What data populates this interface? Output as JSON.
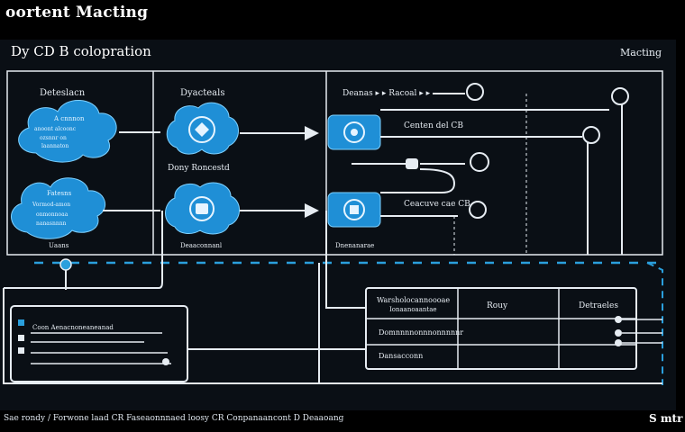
{
  "header": {
    "title": "oortent Macting",
    "subtitle": "Dy CD B colopration",
    "corner_label": "Macting"
  },
  "source_column": {
    "heading": "Deteslacn",
    "cloud_top_lines": [
      "A cnnnon",
      "anoont alcoonc",
      "ozsnnr on",
      "laannaton"
    ],
    "cloud_bottom_lines": [
      "Fatesns",
      "Vormod-amon",
      "onmonnoaa",
      "nanasnnnn"
    ],
    "bottom_label": "Uaans"
  },
  "process_column": {
    "heading": "Dyacteals",
    "middle_label": "Dony Roncestd",
    "bottom_label": "Deaaconnanl"
  },
  "target_column": {
    "top_row_label": "Deanas ▸ ▸ Racoal ▸ ▸",
    "center_label_1": "Centen del CB",
    "center_label_2": "Ceacuve cae CB",
    "bottom_label": "Dnenanarae"
  },
  "left_form": {
    "title": "Coon Aenacnoneaneanad"
  },
  "table": {
    "headers": [
      "Warsholocannoooae",
      "Rouy",
      "Detraeles"
    ],
    "header_sub": "Ionaanoaantae",
    "rows": [
      "Domnnnnonnnonnnnnr",
      "Dansacconn"
    ]
  },
  "footer": {
    "text": "Sae rondy / Forwone laad CR Faseaonnnaed loosy CR Conpanaancont D Deaaoang",
    "right_label": "S mtr"
  },
  "colors": {
    "background": "#0a0f15",
    "accent": "#2a9fdd",
    "line": "#e6ecf2",
    "node_fill": "#1f8fd6"
  }
}
